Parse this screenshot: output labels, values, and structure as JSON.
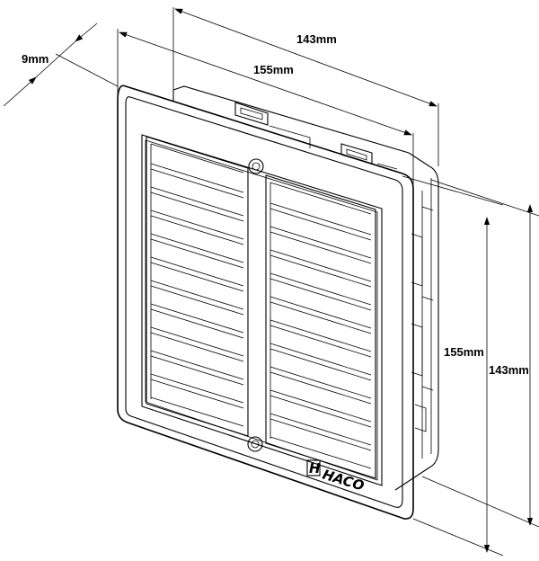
{
  "dimensions": {
    "top_width": "143mm",
    "outer_width": "155mm",
    "depth": "9mm",
    "inner_height": "155mm",
    "outer_height": "143mm"
  },
  "brand": {
    "name": "HACO",
    "logo_letter": "H"
  },
  "grille": {
    "columns": 2,
    "louvers_per_column": 12,
    "screws": 2
  }
}
